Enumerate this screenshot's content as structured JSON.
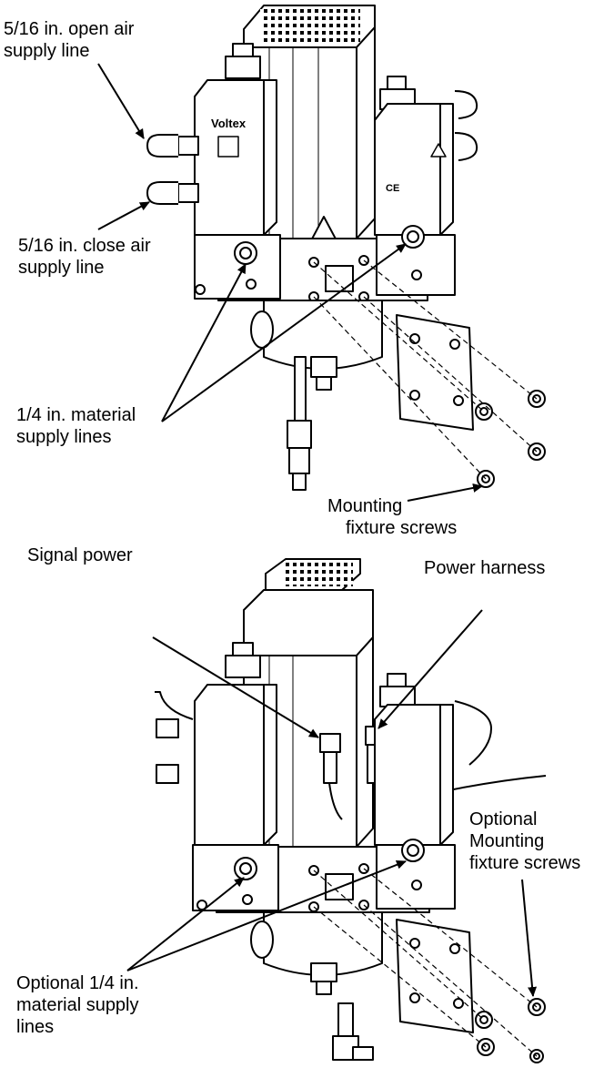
{
  "figure": {
    "top_unit": {
      "labels": {
        "open_air_line_1": "5/16 in. open air",
        "open_air_line_2": "supply line",
        "close_air_line_1": "5/16 in. close air",
        "close_air_line_2": "supply line",
        "material_line_1": "1/4 in. material",
        "material_line_2": "supply lines",
        "mount_line_1": "Mounting",
        "mount_line_2": "fixture screws"
      },
      "brand": "Voltex",
      "ce_mark": "CE"
    },
    "bottom_unit": {
      "labels": {
        "signal_power": "Signal power",
        "power_harness": "Power harness",
        "opt_mount_line_1": "Optional",
        "opt_mount_line_2": "Mounting",
        "opt_mount_line_3": "fixture screws",
        "opt_material_line_1": "Optional 1/4 in.",
        "opt_material_line_2": "material supply",
        "opt_material_line_3": "lines"
      }
    }
  }
}
